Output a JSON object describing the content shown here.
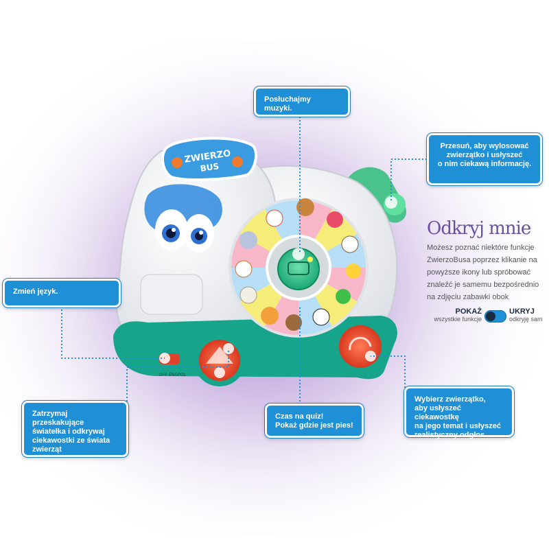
{
  "callouts": {
    "music": [
      "Posłuchajmy muzyki."
    ],
    "slide": [
      "Przesuń, aby wylosować",
      "zwierzątko i usłyszeć",
      "o nim ciekawą informację."
    ],
    "language": [
      "Zmień język."
    ],
    "lights": [
      "Zatrzymaj przeskakujące",
      "światełka i odkrywaj",
      "ciekawostki ze świata",
      "zwierząt"
    ],
    "quiz": [
      "Czas na quiz!",
      "Pokaż gdzie jest pies!"
    ],
    "animal": [
      "Wybierz zwierzątko,",
      "aby usłyszeć ciekawostkę",
      "na jego temat i usłyszeć",
      "realistyczny odgłos."
    ]
  },
  "panel": {
    "title": "Odkryj mnie",
    "description": "Możesz poznać niektóre funkcje ZwierzoBusa poprzez klikanie na powyższe ikony lub spróbować znaleźć je samemu bezpośrednio na zdjęciu zabawki obok"
  },
  "toggle": {
    "show_label": "POKAŻ",
    "show_sub": "wszystkie funkcje",
    "hide_label": "UKRYJ",
    "hide_sub": "odkryję sam",
    "state": "on"
  },
  "toy": {
    "sign_line1": "ZWIERZO",
    "sign_line2": "BUS",
    "switch_labels": [
      "OFF",
      "ENG",
      "POL"
    ]
  },
  "colors": {
    "accent": "#1f8fd6",
    "toy_teal": "#16a58a",
    "button_red": "#e0432a",
    "title_purple": "#6b4fa0"
  }
}
